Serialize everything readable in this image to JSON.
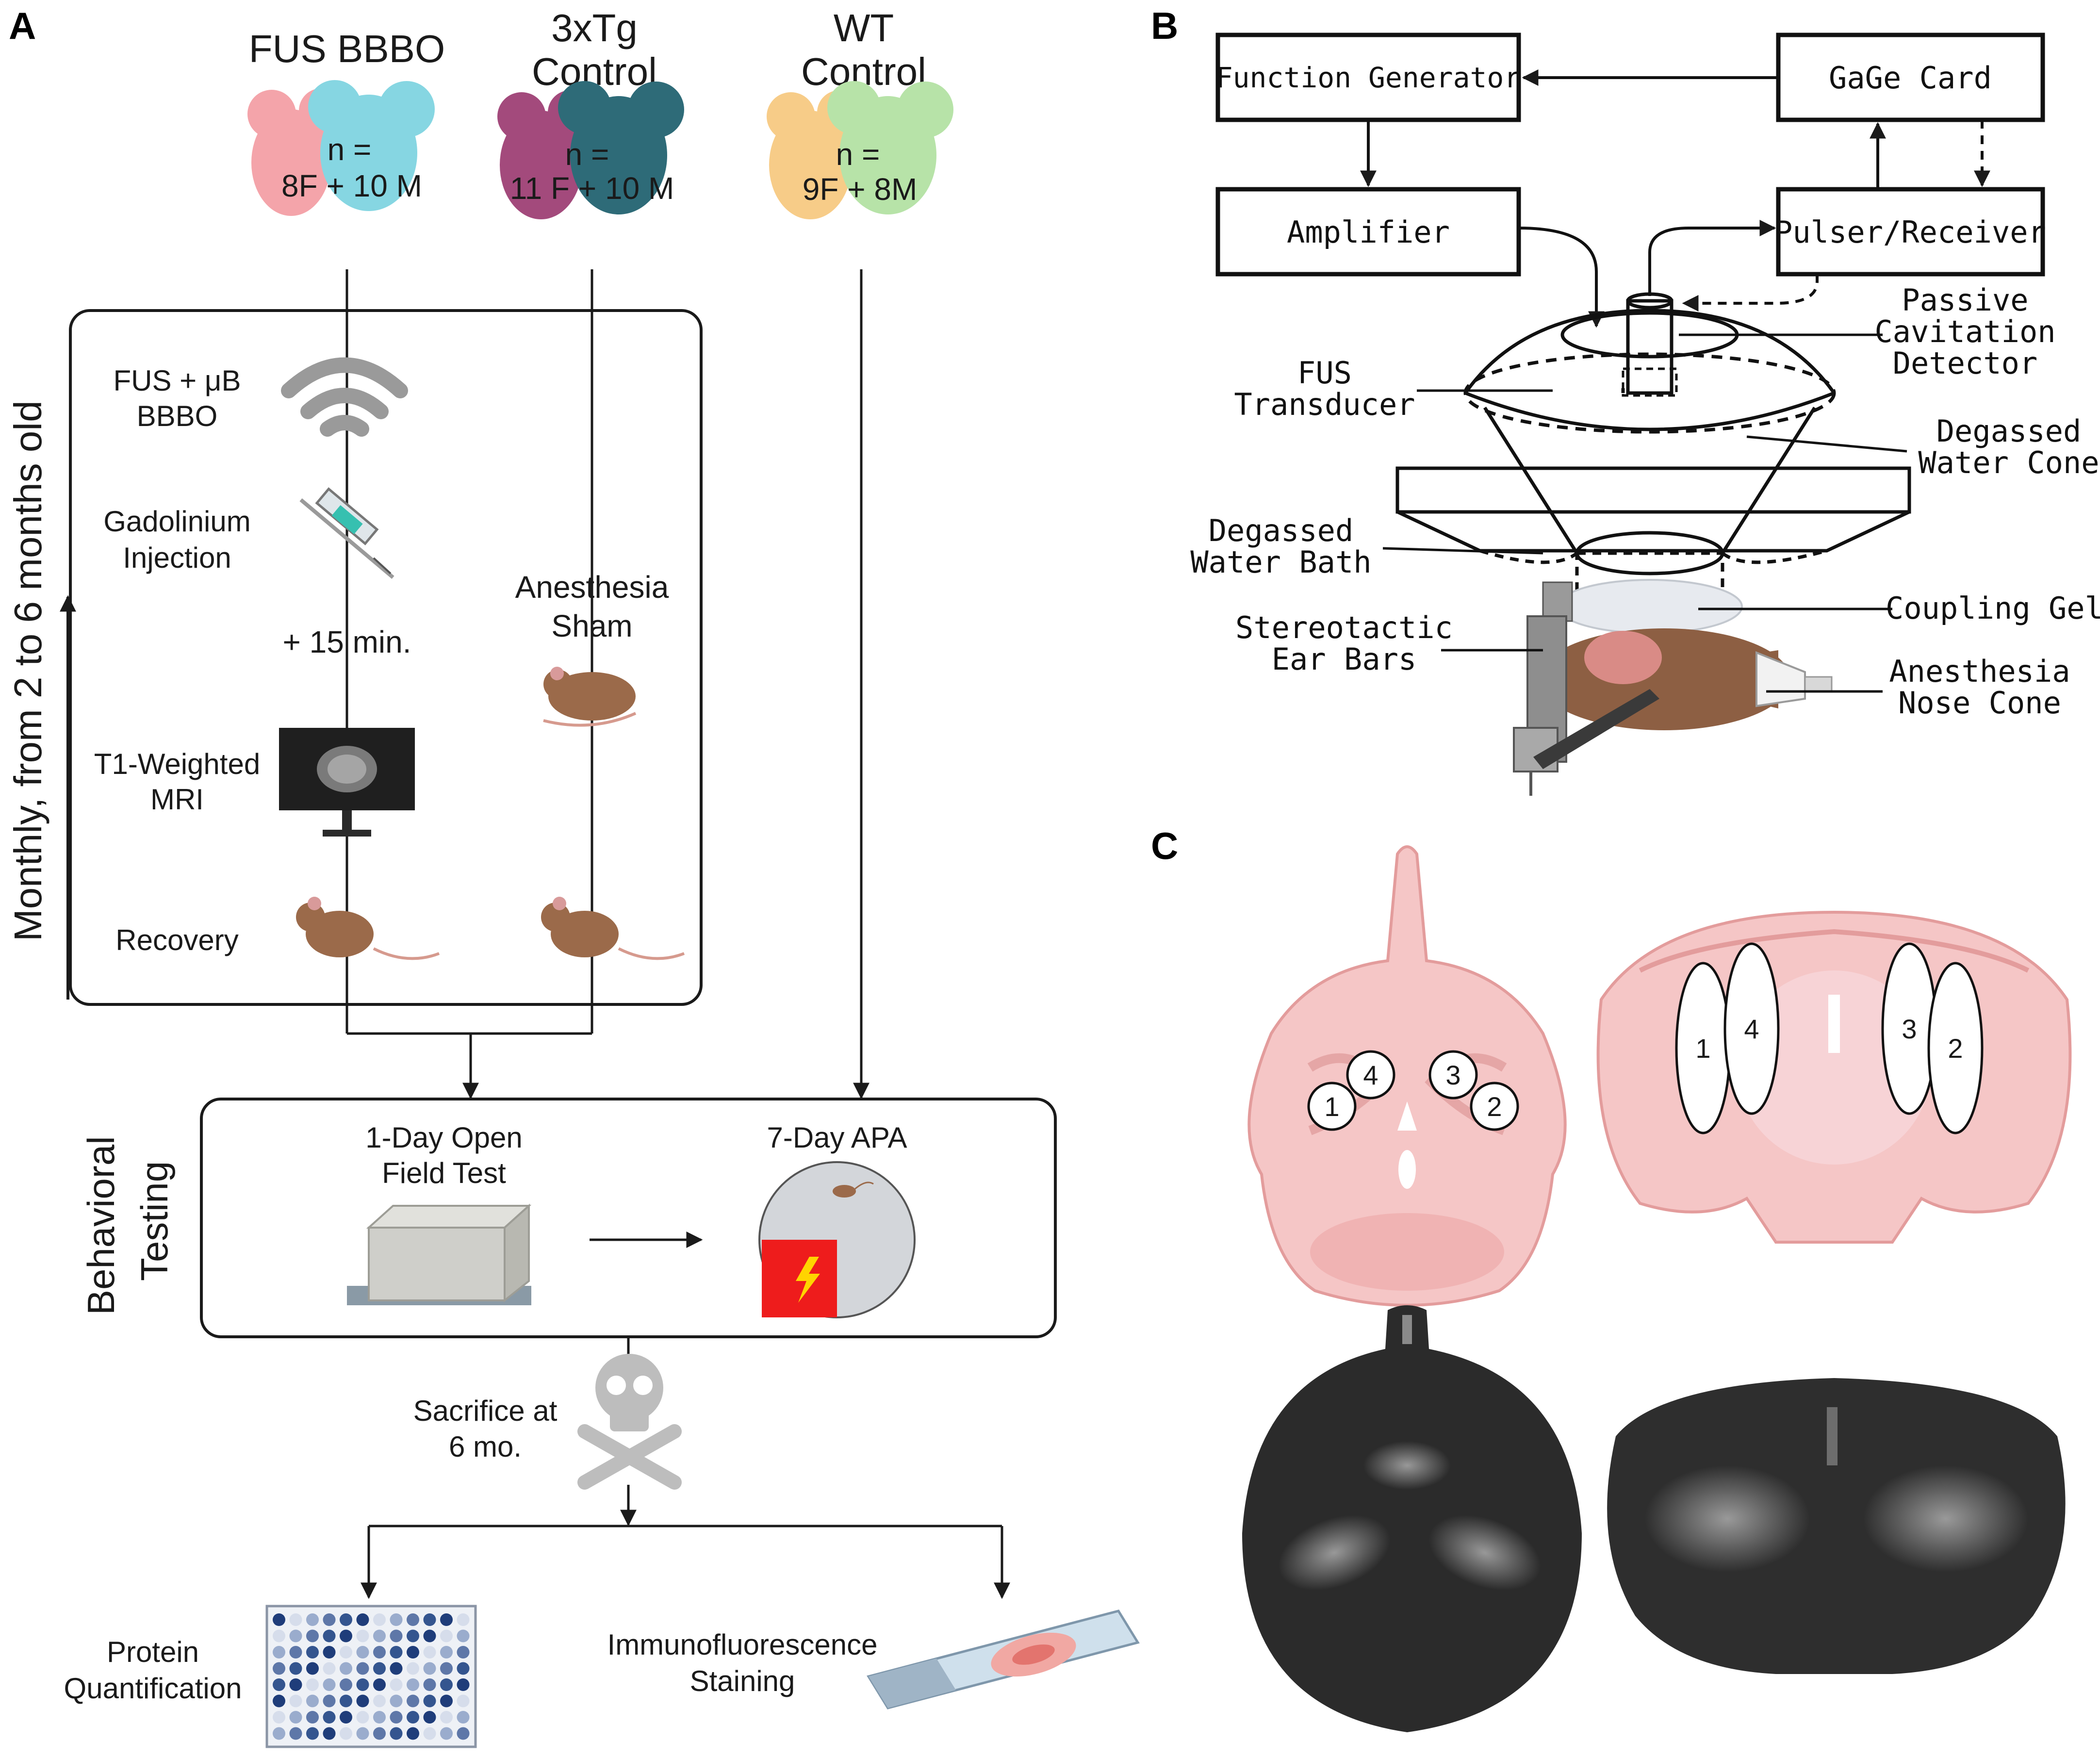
{
  "panels": {
    "a": "A",
    "b": "B",
    "c": "C"
  },
  "panel_a": {
    "groups": [
      {
        "title_lines": [
          "FUS BBBO"
        ],
        "n_lines": [
          "n =",
          "8F + 10 M"
        ],
        "colors": [
          "#f4a4aa",
          "#86d6e2"
        ]
      },
      {
        "title_lines": [
          "3xTg",
          "Control"
        ],
        "n_lines": [
          "n =",
          "11 F + 10 M"
        ],
        "colors": [
          "#a34a7c",
          "#2e6b78"
        ]
      },
      {
        "title_lines": [
          "WT",
          "Control"
        ],
        "n_lines": [
          "n =",
          "9F + 8M"
        ],
        "colors": [
          "#f7cc88",
          "#b7e3a8"
        ]
      }
    ],
    "monthly_label": "Monthly, from 2 to 6 months old",
    "steps": {
      "fus": [
        "FUS + μB",
        "BBBO"
      ],
      "gadolinium": [
        "Gadolinium",
        "Injection"
      ],
      "wait": "+ 15 min.",
      "mri": [
        "T1-Weighted",
        "MRI"
      ],
      "recovery": "Recovery",
      "sham": [
        "Anesthesia",
        "Sham"
      ]
    },
    "behavioral": {
      "label": [
        "Behavioral",
        "Testing"
      ],
      "open_field": [
        "1-Day Open",
        "Field Test"
      ],
      "apa": "7-Day APA"
    },
    "sacrifice": [
      "Sacrifice at",
      "6 mo."
    ],
    "outcomes": {
      "protein": [
        "Protein",
        "Quantification"
      ],
      "immuno": [
        "Immunofluorescence",
        "Staining"
      ]
    }
  },
  "panel_b": {
    "boxes": {
      "function_generator": "Function Generator",
      "gage_card": "GaGe Card",
      "amplifier": "Amplifier",
      "pulser_receiver": "Pulser/Receiver"
    },
    "labels": {
      "pcd": [
        "Passive",
        "Cavitation",
        "Detector"
      ],
      "fus_transducer": [
        "FUS",
        "Transducer"
      ],
      "water_cone": [
        "Degassed",
        "Water Cone"
      ],
      "water_bath": [
        "Degassed",
        "Water Bath"
      ],
      "coupling_gel": "Coupling Gel",
      "ear_bars": [
        "Stereotactic",
        "Ear Bars"
      ],
      "nose_cone": [
        "Anesthesia",
        "Nose Cone"
      ]
    }
  },
  "panel_c": {
    "horizontal_targets": [
      "1",
      "4",
      "3",
      "2"
    ],
    "coronal_targets": [
      "1",
      "4",
      "3",
      "2"
    ]
  }
}
